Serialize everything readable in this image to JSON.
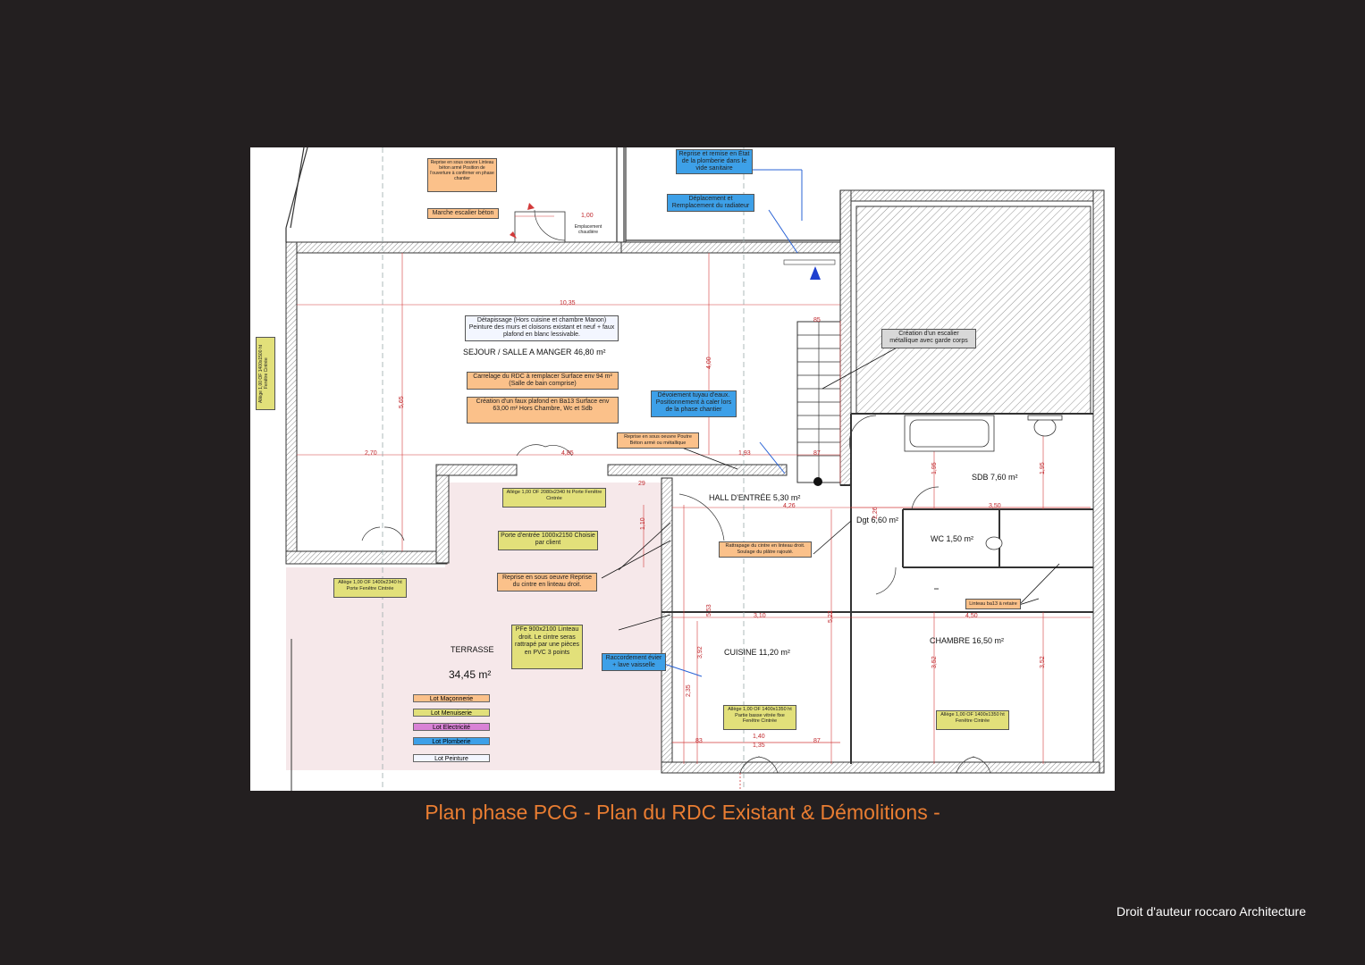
{
  "caption": "Plan phase PCG - Plan du RDC  Existant & Démolitions -",
  "copyright": "Droit d'auteur roccaro Architecture",
  "colors": {
    "maconnerie": "#fbc18a",
    "menuiserie": "#e2e07a",
    "electricite": "#d982d6",
    "plomberie": "#3da0e8",
    "peinture": "#f3f6ff",
    "dimension": "#c0282d",
    "caption": "#e97d32"
  },
  "rooms": {
    "sejour": "SEJOUR / SALLE A MANGER 46,80 m²",
    "hall": "HALL D'ENTRÉE 5,30 m²",
    "sdb": "SDB 7,60 m²",
    "dgt": "Dgt 6,60 m²",
    "wc": "WC 1,50 m²",
    "cuisine": "CUISINE 11,20 m²",
    "chambre": "CHAMBRE 16,50 m²",
    "terrasse": "TERRASSE",
    "terrasse_area": "34,45 m²"
  },
  "notes": {
    "reprise_linteau": "Reprise en sous oeuvre Linteau béton armé Position de l'ouverture à confirmer en phase chantier",
    "marche": "Marche escalier béton",
    "chaudiere": "Emplacement chaudière",
    "plomberie_vide": "Reprise et remise en État de la plomberie dans le vide sanitaire",
    "radiateur": "Déplacement et Remplacement du radiateur",
    "detapissage": "Détapissage (Hors cuisine et chambre Manon) Peinture des murs et cloisons existant et neuf + faux plafond en blanc lessivable.",
    "carrelage": "Carrelage du RDC à remplacer Surface env 94 m² (Salle de bain comprise)",
    "faux_plafond": "Création d'un faux plafond en Ba13 Surface env 63,00 m² Hors Chambre, Wc et Sdb",
    "escalier": "Création d'un escalier métallique avec garde corps",
    "devoiement": "Dévoiement tuyau d'eaux. Positionnement à caler lors de la phase chantier",
    "reprise_poutre": "Reprise en sous oeuvre Poutre Béton armé ou métallique",
    "allege_porte": "Allège 1,00 OF 2080x2340 ht Porte Fenêtre Cintrée",
    "porte_entree": "Porte d'entrée 1000x2150 Choisie par client",
    "rattrapage": "Rattrapage du cintre en linteau droit. Soulage du plâtre rajouté.",
    "reprise_cintre": "Reprise en sous oeuvre Reprise du cintre en linteau droit.",
    "allege_terrasse": "Allège 1,00 OF 1400x2340 ht Porte Fenêtre Cintrée",
    "pfe": "PFe 900x2100 Linteau droit. Le cintre seras rattrapé par une pièces en PVC 3 points",
    "raccordement": "Raccordement évier + lave vaisselle",
    "allege_cuisine": "Allège 1,00 OF 1400x1350 ht Partie basse vitrée fixe Fenêtre Cintrée",
    "allege_chambre": "Allège 1,00 OF 1400x1350 ht Fenêtre Cintrée",
    "allege_gauche": "Allège 1,00 OF 1400x1500 ht Fenêtre Cintrée",
    "linteau_ba13": "Linteau ba13 à retaire"
  },
  "legend": [
    "Lot Maçonnerie",
    "Lot Menuiserie",
    "Lot Electricité",
    "Lot Plomberie",
    "Lot Peinture"
  ],
  "dimensions": {
    "d1035": "10,35",
    "d100": "1,00",
    "d270": "2,70",
    "d485": "4,85",
    "d193": "1,93",
    "d85": "85",
    "d87": "87",
    "d426": "4,26",
    "d350": "3,50",
    "d310": "3,10",
    "d450": "4,50",
    "d400": "4,00",
    "d565": "5,65",
    "d553": "5,53",
    "d392": "3,92",
    "d235": "2,35",
    "d83": "83",
    "d140": "1,40",
    "d135": "1,35",
    "d87b": "87",
    "d522": "5,22",
    "d195a": "1,95",
    "d195b": "1,95",
    "d352a": "3,52",
    "d352b": "3,52",
    "d29": "29",
    "d110": "1,10",
    "d226": "2,26"
  }
}
